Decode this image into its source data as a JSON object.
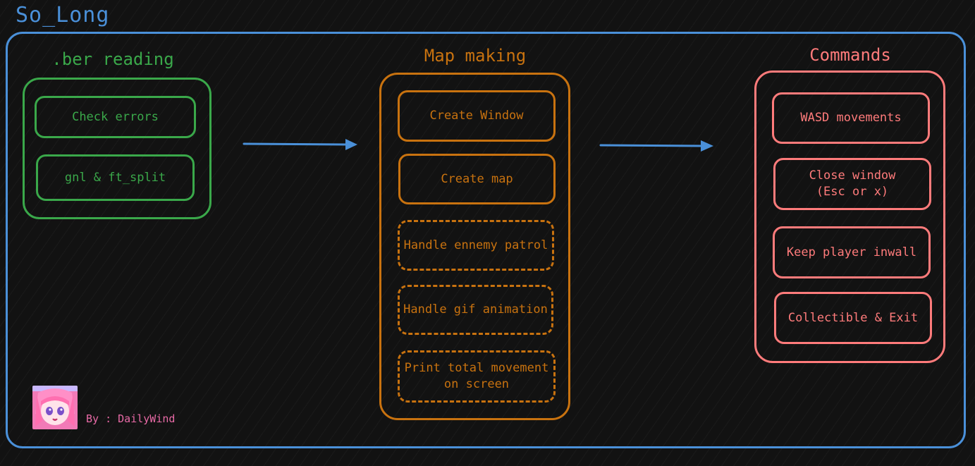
{
  "title": "So_Long",
  "colors": {
    "frame": "#4a90d9",
    "reading": "#3aa84a",
    "map": "#c8720f",
    "commands": "#ff7b7b",
    "credit": "#e86aa6"
  },
  "sections": {
    "reading": {
      "title": ".ber reading",
      "items": [
        "Check errors",
        "gnl & ft_split"
      ]
    },
    "map": {
      "title": "Map making",
      "items": [
        {
          "label": "Create Window",
          "optional": false
        },
        {
          "label": "Create map",
          "optional": false
        },
        {
          "label": "Handle ennemy patrol",
          "optional": true
        },
        {
          "label": "Handle gif animation",
          "optional": true
        },
        {
          "label": "Print total movement\non screen",
          "optional": true
        }
      ]
    },
    "commands": {
      "title": "Commands",
      "items": [
        "WASD movements",
        "Close window\n(Esc or x)",
        "Keep player inwall",
        "Collectible & Exit"
      ]
    }
  },
  "credit": "By : DailyWind"
}
